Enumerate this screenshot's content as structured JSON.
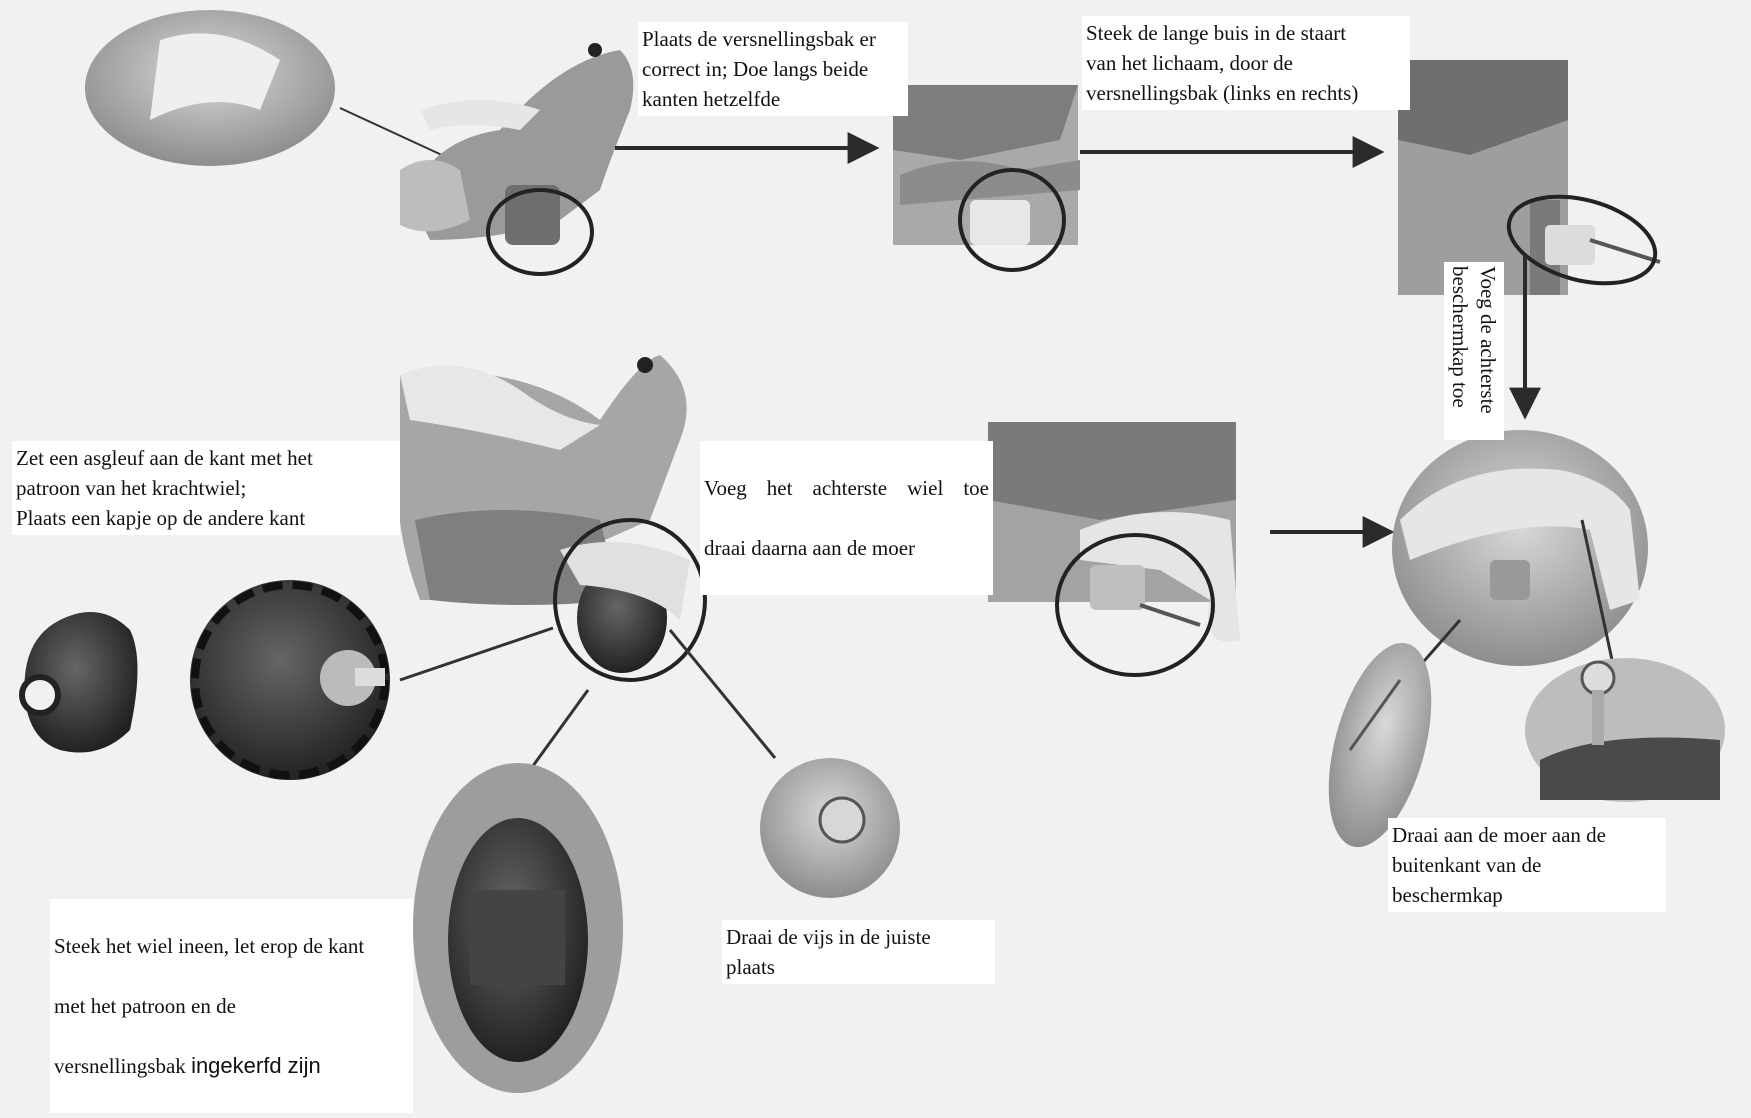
{
  "steps": {
    "step1": "Plaats de versnellingsbak er\ncorrect in; Doe langs beide\nkanten hetzelfde",
    "step2": "Steek de lange buis in de staart\nvan het lichaam, door de\nversnellingsbak (links en rechts)",
    "step3": "Voeg de achterste\nbeschermkap toe",
    "step4_line1": "Voeg het achterste wiel toe",
    "step4_line2": "draai daarna aan de moer",
    "step5": "Zet een asgleuf aan de kant met het\npatroon van het krachtwiel;\nPlaats een kapje op de andere kant",
    "step6_line1": "Steek het wiel ineen, let erop de kant",
    "step6_line2": "met het patroon en de",
    "step6_line3a": "versnellingsbak ",
    "step6_line3b": "ingekerfd zijn",
    "step7": "Draai de vijs in de juiste\nplaats",
    "step8": "Draai aan de moer aan de\nbuitenkant van de\nbeschermkap"
  },
  "colors": {
    "background": "#f1f1f1",
    "arrow": "#2b2b2b",
    "part_dark": "#3a3a3a",
    "part_mid": "#8c8c8c",
    "part_light": "#cfcfcf"
  }
}
